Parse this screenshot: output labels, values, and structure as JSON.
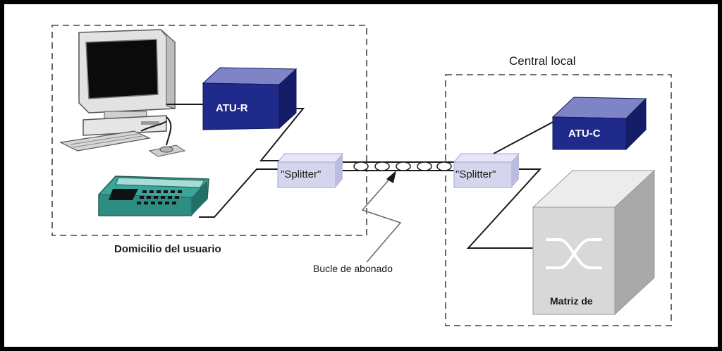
{
  "labels": {
    "central_local": "Central local",
    "domicilio": "Domicilio del usuario",
    "bucle": "Bucle de abonado",
    "atu_r": "ATU-R",
    "atu_c": "ATU-C",
    "splitter_left": "\"Splitter\"",
    "splitter_right": "\"Splitter\"",
    "matriz": "Matriz de"
  },
  "colors": {
    "modem_top": "#7f84c7",
    "modem_front": "#1f2a8a",
    "modem_side": "#151d66",
    "splitter": "#d5d6ee",
    "phone_body": "#3aa59a",
    "switch_cube": "#d8d8d8"
  }
}
